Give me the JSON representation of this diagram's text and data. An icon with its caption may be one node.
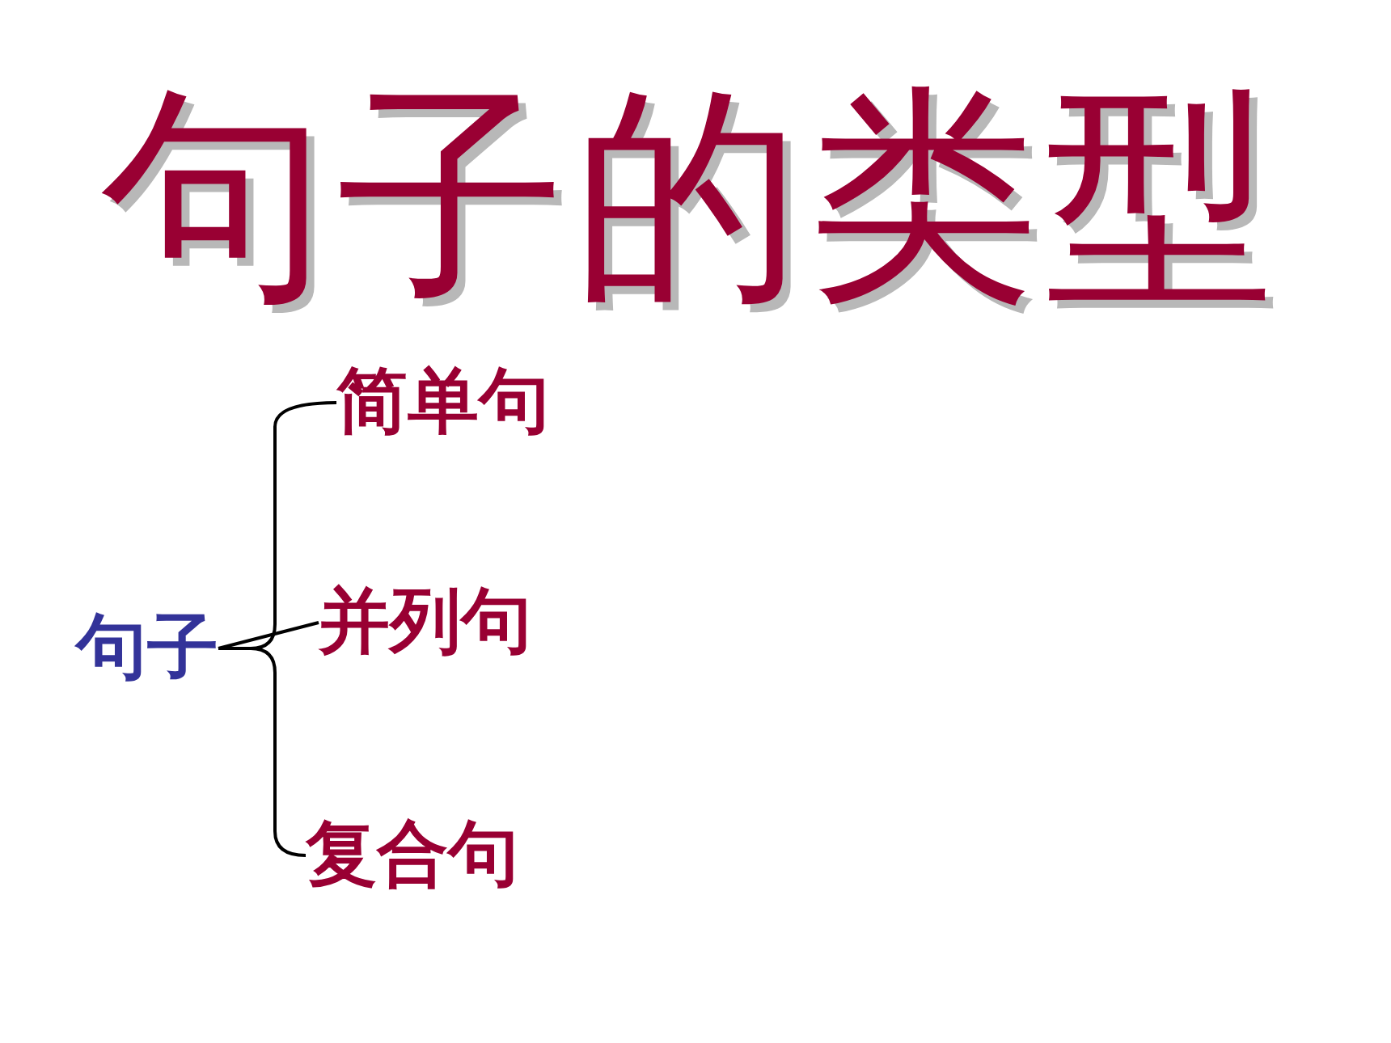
{
  "diagram": {
    "title": "句子的类型",
    "nodes": [
      {
        "text": [
          "句子"
        ]
      },
      {
        "text": [
          "简单句"
        ]
      },
      {
        "text": [
          "并列句"
        ]
      },
      {
        "text": [
          "复合句"
        ]
      }
    ],
    "edges": [
      {
        "from": 0,
        "to": 1,
        "arrow": "none"
      },
      {
        "from": 0,
        "to": 2,
        "arrow": "none"
      },
      {
        "from": 0,
        "to": 3,
        "arrow": "none"
      }
    ]
  }
}
